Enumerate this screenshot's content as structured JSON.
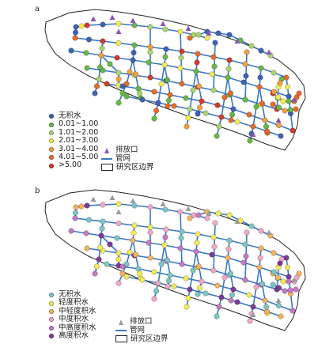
{
  "panels": [
    {
      "letter": "a",
      "legend_classes": [
        {
          "label": "无积水",
          "color": "#3d63b3"
        },
        {
          "label": "0.01~1.00",
          "color": "#67b847"
        },
        {
          "label": "1.01~2.00",
          "color": "#a9d46f"
        },
        {
          "label": "2.01~3.00",
          "color": "#f3ea52"
        },
        {
          "label": "3.01~4.00",
          "color": "#f0a040"
        },
        {
          "label": "4.01~5.00",
          "color": "#e56b2a"
        },
        {
          "label": ">5.00",
          "color": "#d43a2a"
        }
      ],
      "outlet_label": "排放口",
      "outlet_color": "#8a55b8",
      "pipe_label": "管网",
      "boundary_label": "研究区边界"
    },
    {
      "letter": "b",
      "legend_classes": [
        {
          "label": "无积水",
          "color": "#7cc6c2"
        },
        {
          "label": "轻度积水",
          "color": "#f2ea58"
        },
        {
          "label": "中轻度积水",
          "color": "#f3b25f"
        },
        {
          "label": "中度积水",
          "color": "#f0a8c6"
        },
        {
          "label": "中高度积水",
          "color": "#c678c4"
        },
        {
          "label": "高度积水",
          "color": "#7c3a98"
        }
      ],
      "outlet_label": "排放口",
      "outlet_color": "#9a9a9a",
      "pipe_label": "管网",
      "boundary_label": "研究区边界"
    }
  ],
  "colors": {
    "pipe": "#3a78c4",
    "boundary": "#222222"
  }
}
